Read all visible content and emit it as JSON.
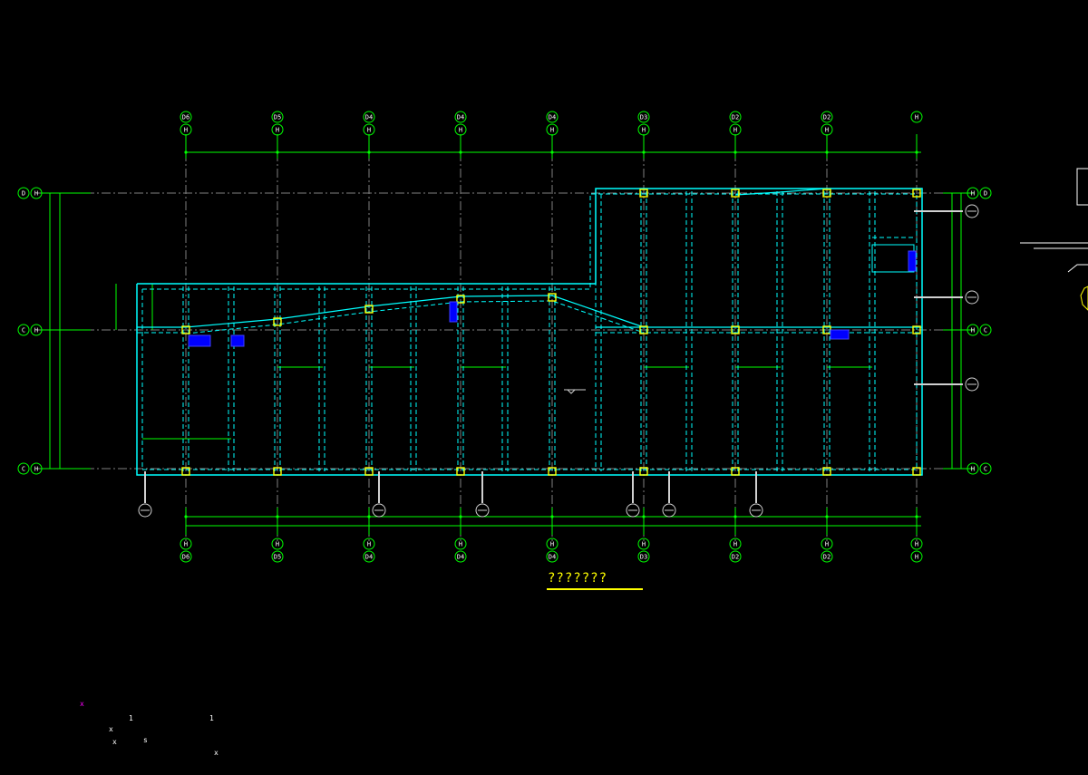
{
  "drawing": {
    "title": "???????"
  },
  "grid": {
    "top_row": [
      "D6",
      "D5",
      "D4",
      "D4",
      "D4",
      "D3",
      "D2",
      "D2",
      "H"
    ],
    "top_row_sub": [
      "H",
      "H",
      "H",
      "H",
      "H",
      "H",
      "H",
      "H",
      ""
    ],
    "left_rows": [
      "D",
      "C",
      "C"
    ],
    "right_rows": [
      "D",
      "C",
      "C"
    ]
  },
  "fragments": {
    "x1": "x",
    "x2": "x",
    "x3": "x",
    "x4": "x",
    "one1": "1",
    "one2": "1",
    "s1": "s"
  },
  "colors": {
    "background": "#000000",
    "grid": "#00ff00",
    "beam": "#00ffff",
    "column": "#ffff00",
    "axis_line": "#808080",
    "title": "#ffff00",
    "opening": "#0000ff"
  }
}
